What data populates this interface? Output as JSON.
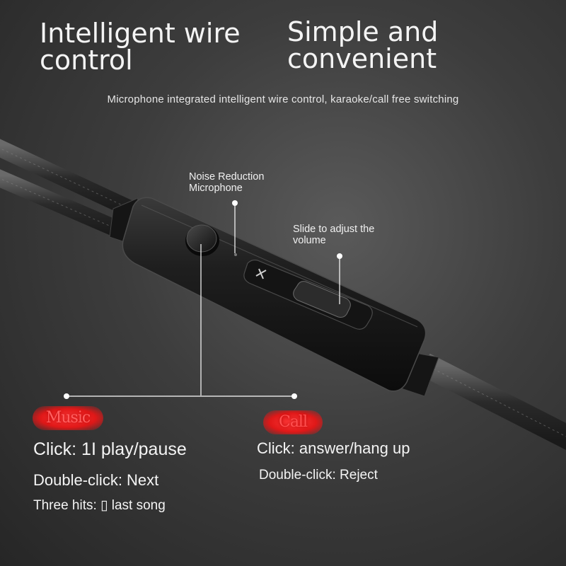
{
  "headline_left": {
    "line1": "Intelligent wire",
    "line2": "control"
  },
  "headline_right": {
    "line1": "Simple and",
    "line2": "convenient"
  },
  "subtitle": "Microphone integrated intelligent wire control, karaoke/call free switching",
  "callouts": {
    "noise": {
      "line1": "Noise Reduction",
      "line2": "Microphone"
    },
    "slide": {
      "line1": "Slide to adjust the",
      "line2": "volume"
    }
  },
  "music": {
    "badge": "Music",
    "click": "Click: 1I play/pause",
    "double": "Double-click: Next",
    "three": "Three hits: ▯ last song"
  },
  "call": {
    "badge": "Call",
    "click": "Click: answer/hang up",
    "double": "Double-click: Reject"
  },
  "colors": {
    "accent": "#e01818",
    "text": "#f4f4f4",
    "background": "#3d3d3d"
  }
}
